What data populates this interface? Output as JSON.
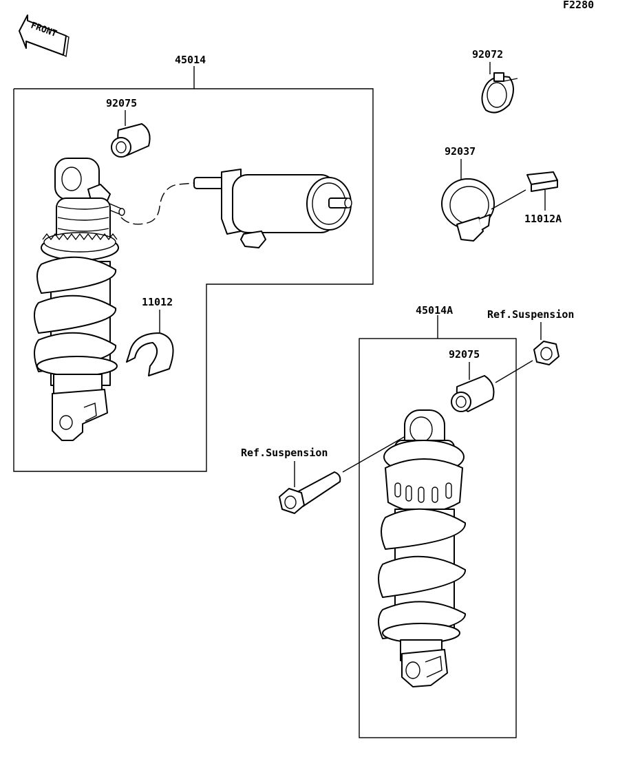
{
  "diagram_code": "F2280",
  "front_label": "FRONT",
  "parts": {
    "p45014": "45014",
    "p92075_top": "92075",
    "p11012": "11012",
    "p92072": "92072",
    "p92037": "92037",
    "p11012A": "11012A",
    "p45014A": "45014A",
    "ref_suspension_right": "Ref.Suspension",
    "p92075_bottom": "92075",
    "ref_suspension_left": "Ref.Suspension"
  }
}
